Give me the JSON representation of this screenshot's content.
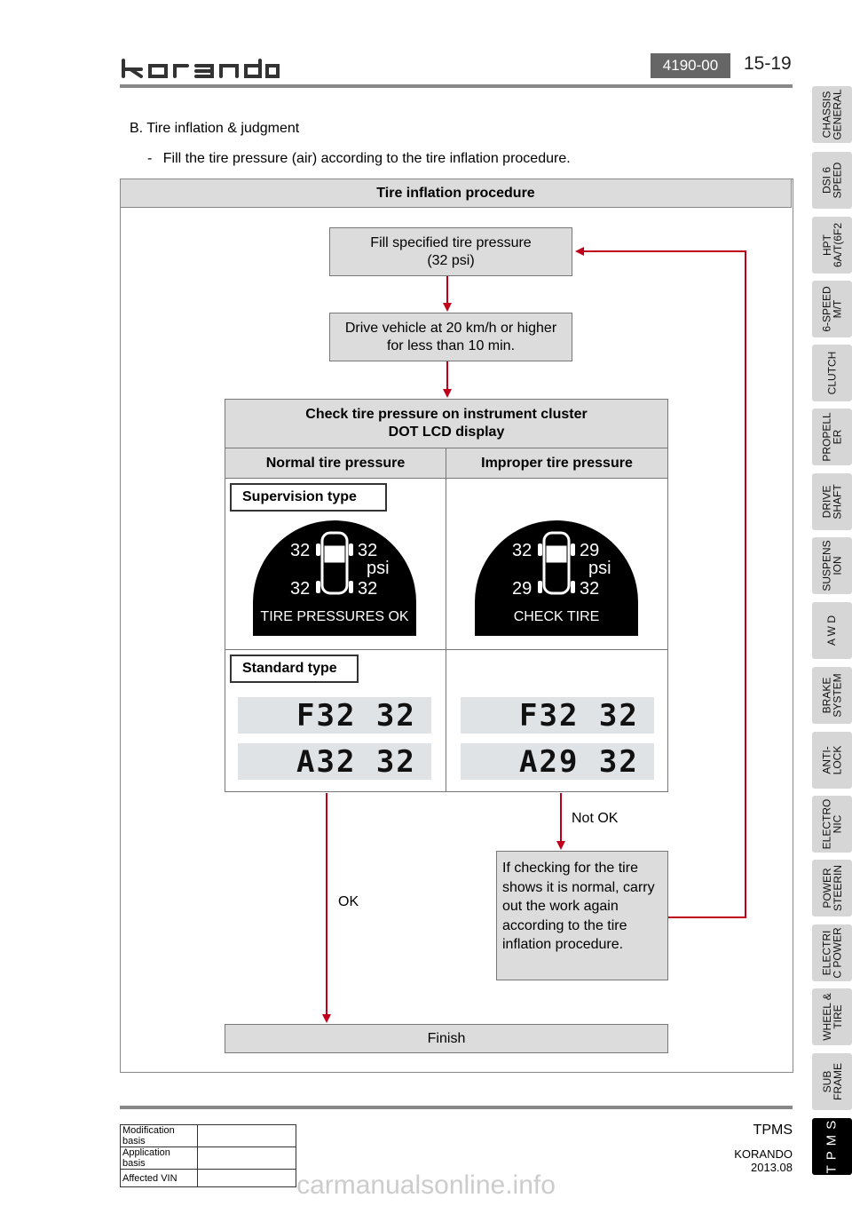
{
  "header": {
    "code": "4190-00",
    "page": "15-19"
  },
  "section": {
    "title": "B. Tire inflation & judgment",
    "bullet_marker": "-",
    "bullet": "Fill the tire pressure (air) according to the tire inflation procedure."
  },
  "procedure": {
    "title": "Tire inflation procedure",
    "step1_line1": "Fill specified tire pressure",
    "step1_line2": "(32 psi)",
    "step2_line1": "Drive vehicle at 20 km/h or higher",
    "step2_line2": "for less than 10 min.",
    "check_line1": "Check tire pressure on instrument cluster",
    "check_line2": "DOT LCD display",
    "col_normal": "Normal tire pressure",
    "col_improper": "Improper tire pressure",
    "supervision_label": "Supervision type",
    "standard_label": "Standard type",
    "normal_gauge": {
      "fl": "32",
      "fr": "32",
      "rl": "32",
      "rr": "32",
      "unit": "psi",
      "message": "TIRE PRESSURES OK"
    },
    "improper_gauge": {
      "fl": "32",
      "fr": "29",
      "rl": "29",
      "rr": "32",
      "unit": "psi",
      "message": "CHECK TIRE"
    },
    "normal_lcd_front": "F32 32",
    "normal_lcd_rear": "A32 32",
    "improper_lcd_front": "F32 32",
    "improper_lcd_rear": "A29 32",
    "ok_label": "OK",
    "not_ok_label": "Not OK",
    "note": "If checking for the tire shows it is normal, carry out the work again according to the tire inflation procedure.",
    "finish": "Finish"
  },
  "footer": {
    "modification": "Modification basis",
    "application": "Application basis",
    "affected": "Affected VIN",
    "section_name": "TPMS",
    "edition": "KORANDO 2013.08"
  },
  "side_tabs": [
    "CHASSIS\nGENERAL",
    "DSI 6\nSPEED",
    "HPT\n6A/T(6F2",
    "6-SPEED\nM/T",
    "CLUTCH",
    "PROPELL\nER",
    "DRIVE\nSHAFT",
    "SUSPENS\nION",
    "A W D",
    "BRAKE\nSYSTEM",
    "ANTI-\nLOCK",
    "ELECTRO\nNIC",
    "POWER\nSTEERIN",
    "ELECTRI\nC POWER",
    "WHEEL &\nTIRE",
    "SUB\nFRAME",
    "T P M S"
  ],
  "watermark": "carmanualsonline.info",
  "colors": {
    "arrow": "#c0001a",
    "box_fill": "#dcdcdc",
    "active_tab": "#000000"
  }
}
